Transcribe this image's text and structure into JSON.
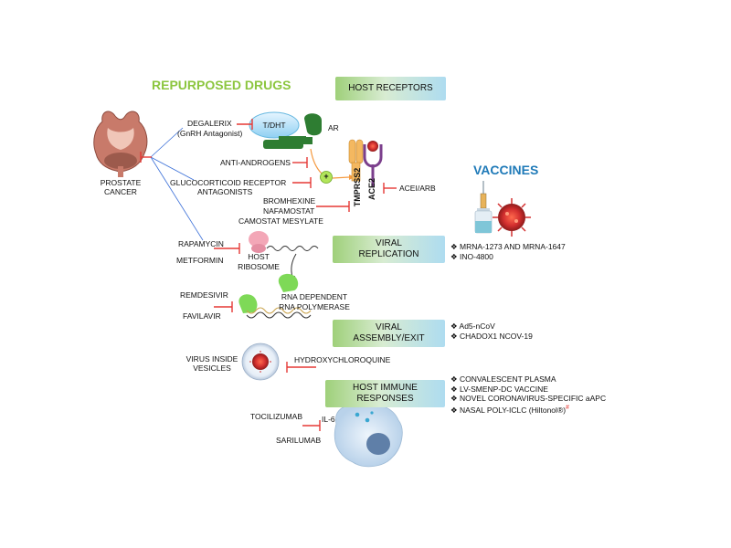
{
  "headings": {
    "repurposed_drugs": "REPURPOSED DRUGS",
    "vaccines": "VACCINES"
  },
  "colors": {
    "repurposed_heading": "#8cc63f",
    "vaccines_heading": "#1f7ab8",
    "inhibitor_bar": "#e53935",
    "connector_line": "#3a6fd8",
    "receptor_green": "#2e7d32",
    "ace2_purple": "#7b3f8c",
    "tmprss2_orange": "#f4b860",
    "virus_red": "#c62828",
    "band_left": "#9fd07a",
    "band_right": "#aedcf0"
  },
  "stages": {
    "host_receptors": "HOST RECEPTORS",
    "viral_replication": [
      "VIRAL",
      "REPLICATION"
    ],
    "viral_assembly": [
      "VIRAL",
      "ASSEMBLY/EXIT"
    ],
    "host_immune": [
      "HOST IMMUNE",
      "RESPONSES"
    ]
  },
  "prostate_cancer": [
    "PROSTATE",
    "CANCER"
  ],
  "drugs": {
    "degalerix": "DEGALERIX",
    "gnrh_note": "(GnRH Antagonist)",
    "anti_androgens": "ANTI-ANDROGENS",
    "glucocorticoid": [
      "GLUCOCORTICOID RECEPTOR",
      "ANTAGONISTS"
    ],
    "serine_protease": [
      "BROMHEXINE",
      "NAFAMOSTAT",
      "CAMOSTAT MESYLATE"
    ],
    "acei_arb": "ACEI/ARB",
    "rapamycin": "RAPAMYCIN",
    "metformin": "METFORMIN",
    "remdesivir": "REMDESIVIR",
    "favilavir": "FAVILAVIR",
    "hydroxychloroquine": "HYDROXYCHLOROQUINE",
    "tocilizumab": "TOCILIZUMAB",
    "sarilumab": "SARILUMAB"
  },
  "molecules": {
    "t_dht": "T/DHT",
    "ar": "AR",
    "plus": "+",
    "tmprss2": "TMPRSS2",
    "ace2": "ACE2",
    "host_ribosome": [
      "HOST",
      "RIBOSOME"
    ],
    "rna_polymerase": [
      "RNA DEPENDENT",
      "RNA POLYMERASE"
    ],
    "virus_vesicles": [
      "VIRUS INSIDE",
      "VESICLES"
    ],
    "il6": "IL-6"
  },
  "vaccine_lists": {
    "replication": [
      "MRNA-1273 AND MRNA-1647",
      "INO-4800"
    ],
    "assembly": [
      "Ad5-nCoV",
      "CHADOX1 NCOV-19"
    ],
    "immune": [
      "CONVALESCENT PLASMA",
      "LV-SMENP-DC VACCINE",
      "NOVEL CORONAVIRUS-SPECIFIC aAPC"
    ],
    "immune_last": "NASAL POLY-ICLC (Hiltonol",
    "immune_last_suffix": "®)",
    "immune_last_mark": "#"
  },
  "bullet_glyph": "❖"
}
